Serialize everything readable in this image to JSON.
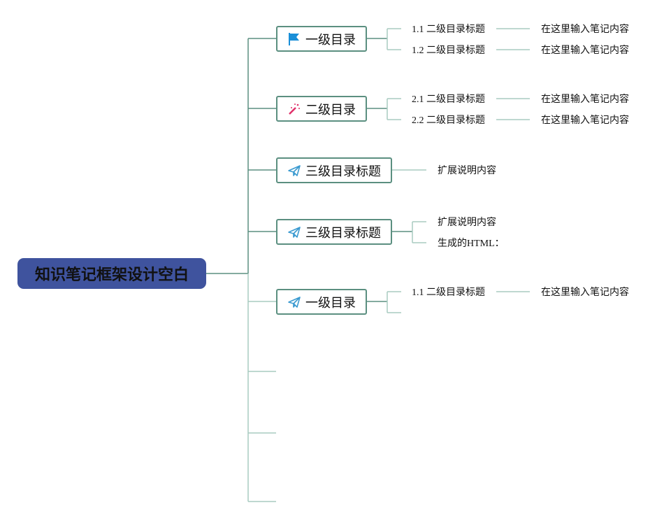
{
  "root": {
    "label": "知识笔记框架设计空白"
  },
  "nodes": [
    {
      "label": "一级目录",
      "icon": "flag-icon",
      "children": [
        "1.1 二级目录标题",
        "1.2 二级目录标题"
      ],
      "notes": [
        "在这里输入笔记内容",
        "在这里输入笔记内容"
      ]
    },
    {
      "label": "二级目录",
      "icon": "magic-wand-icon",
      "children": [
        "2.1 二级目录标题",
        "2.2 二级目录标题"
      ],
      "notes": [
        "在这里输入笔记内容",
        "在这里输入笔记内容"
      ]
    },
    {
      "label": "三级目录标题",
      "icon": "paper-plane-icon",
      "children": [
        "扩展说明内容"
      ]
    },
    {
      "label": "三级目录标题",
      "icon": "paper-plane-icon",
      "children": [
        "扩展说明内容",
        "生成的HTML："
      ]
    },
    {
      "label": "一级目录",
      "icon": "paper-plane-icon",
      "children": [
        "1.1 二级目录标题",
        ""
      ],
      "notes": [
        "在这里输入笔记内容"
      ]
    }
  ],
  "colors": {
    "root": "#3f539e",
    "branch": "#5b8f80",
    "leaf_line": "#a9cbc0",
    "flag": "#1a8fd8",
    "wand": "#e0306a",
    "plane": "#3a9ad0"
  }
}
